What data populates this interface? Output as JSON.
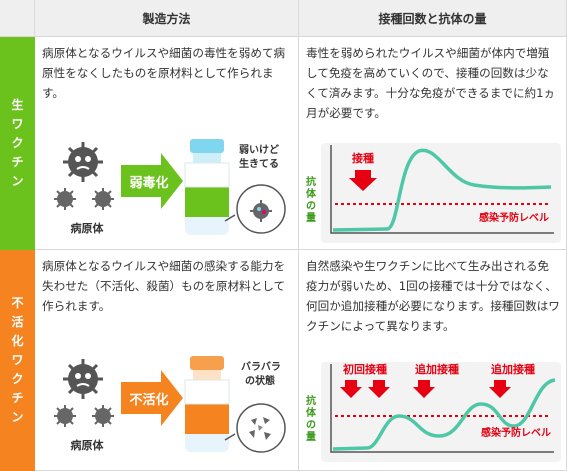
{
  "header": {
    "col1": "製造方法",
    "col2": "接種回数と抗体の量"
  },
  "rows": [
    {
      "label_chars": [
        "生",
        "ワ",
        "ク",
        "チ",
        "ン"
      ],
      "color": "#6cc21c",
      "method_text": "病原体となるウイルスや細菌の毒性を弱めて病原性をなくしたものを原材料として作られます。",
      "dose_text": "毒性を弱められたウイルスや細菌が体内で増殖して免疫を高めていくので、接種の回数は少なくて済みます。十分な免疫ができるまでに約1ヵ月が必要です。",
      "illustration": {
        "pathogen_label": "病原体",
        "process_label": "弱毒化",
        "bubble_lines": [
          "弱いけど",
          "生きてる"
        ]
      },
      "graph": {
        "y_label_chars": [
          "抗",
          "体",
          "の",
          "量"
        ],
        "dose_labels": [
          "接種"
        ],
        "threshold_label": "感染予防レベル"
      }
    },
    {
      "label_chars": [
        "不",
        "活",
        "化",
        "ワ",
        "ク",
        "チ",
        "ン"
      ],
      "color": "#f5831f",
      "method_text": "病原体となるウイルスや細菌の感染する能力を失わせた（不活化、殺菌）ものを原材料として作られます。",
      "dose_text": "自然感染や生ワクチンに比べて生み出される免疫力が弱いため、1回の接種では十分ではなく、何回か追加接種が必要になります。接種回数はワクチンによって異なります。",
      "illustration": {
        "pathogen_label": "病原体",
        "process_label": "不活化",
        "bubble_lines": [
          "バラバラ",
          "の状態"
        ]
      },
      "graph": {
        "y_label_chars": [
          "抗",
          "体",
          "の",
          "量"
        ],
        "dose_labels": [
          "初回接種",
          "追加接種",
          "追加接種"
        ],
        "threshold_label": "感染予防レベル"
      }
    }
  ],
  "colors": {
    "live": "#6cc21c",
    "inactivated": "#f5831f",
    "accent_red": "#e60012",
    "curve": "#4ec7a6",
    "text_green": "#3a9a1a"
  }
}
